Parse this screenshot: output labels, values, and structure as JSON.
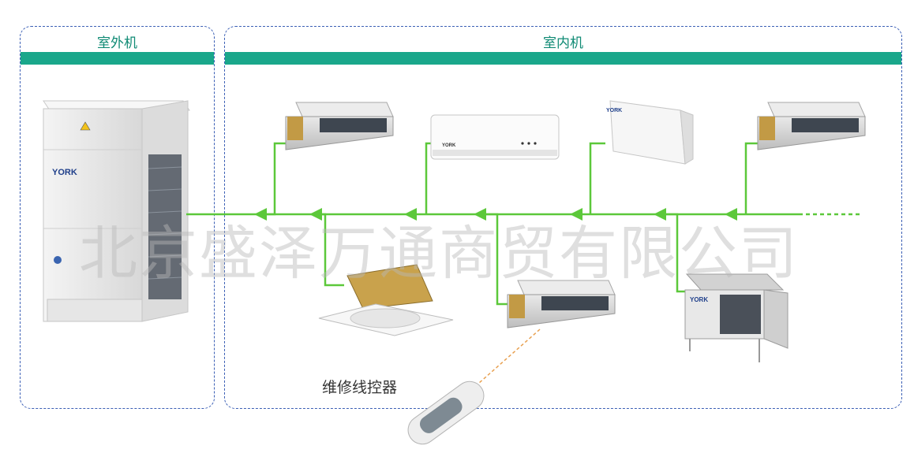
{
  "outdoor": {
    "title": "室外机",
    "brand": "YORK"
  },
  "indoor": {
    "title": "室内机",
    "brand": "YORK"
  },
  "watermark": "北京盛泽万通商贸有限公司",
  "controller": {
    "label": "维修线控器"
  },
  "colors": {
    "accent": "#1aa78b",
    "pipe": "#5cc83a",
    "border": "#3b5fb5"
  }
}
